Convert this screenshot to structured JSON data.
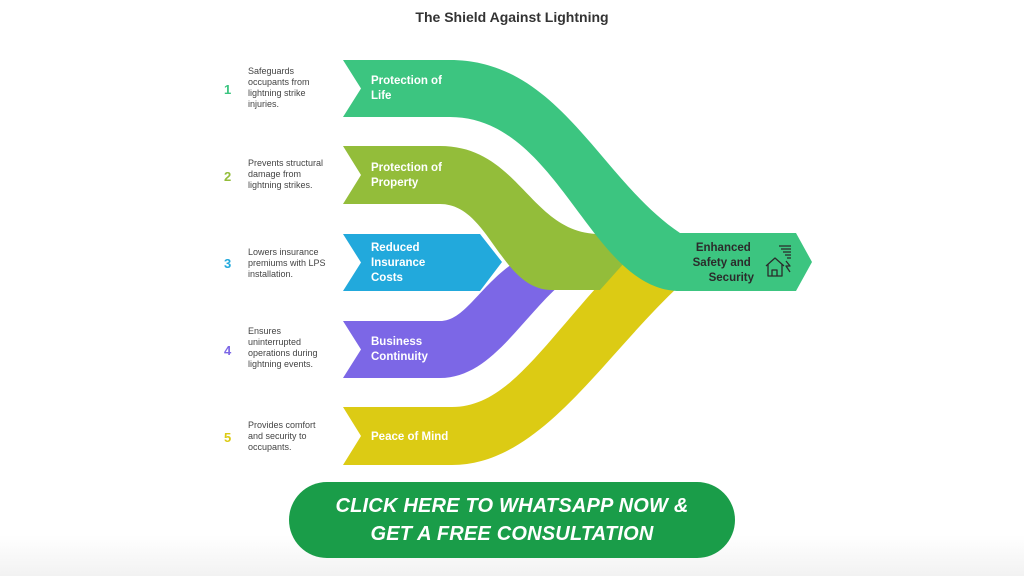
{
  "title": "The Shield Against Lightning",
  "items": [
    {
      "number": "1",
      "label_lines": [
        "Protection of",
        "Life"
      ],
      "desc_lines": [
        "Safeguards",
        "occupants from",
        "lightning strike",
        "injuries."
      ],
      "color": "#3cc580"
    },
    {
      "number": "2",
      "label_lines": [
        "Protection of",
        "Property"
      ],
      "desc_lines": [
        "Prevents structural",
        "damage from",
        "lightning strikes."
      ],
      "color": "#93bd3a"
    },
    {
      "number": "3",
      "label_lines": [
        "Reduced",
        "Insurance",
        "Costs"
      ],
      "desc_lines": [
        "Lowers insurance",
        "premiums with LPS",
        "installation."
      ],
      "color": "#22a9dc"
    },
    {
      "number": "4",
      "label_lines": [
        "Business",
        "Continuity"
      ],
      "desc_lines": [
        "Ensures",
        "uninterrupted",
        "operations during",
        "lightning events."
      ],
      "color": "#7c67e6"
    },
    {
      "number": "5",
      "label_lines": [
        "Peace of Mind"
      ],
      "desc_lines": [
        "Provides comfort",
        "and security to",
        "occupants."
      ],
      "color": "#dccb14"
    }
  ],
  "outcome": {
    "label_lines": [
      "Enhanced",
      "Safety and",
      "Security"
    ],
    "icon": "house-lightning-icon",
    "color": "#3cc580"
  },
  "cta": {
    "line1": "CLICK HERE TO WHATSAPP NOW &",
    "line2": "GET A FREE CONSULTATION"
  }
}
